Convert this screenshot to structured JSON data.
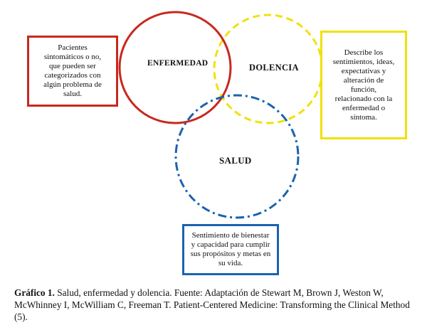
{
  "circles": {
    "enfermedad": {
      "label": "ENFERMEDAD",
      "color": "#c8281e",
      "style": "solid"
    },
    "dolencia": {
      "label": "DOLENCIA",
      "color": "#f0e10a",
      "style": "dashed"
    },
    "salud": {
      "label": "SALUD",
      "color": "#1a63b0",
      "style": "dash-dot"
    }
  },
  "boxes": {
    "enfermedad": {
      "text": "Pacientes\nsintomáticos o no,\nque pueden ser\ncategorizados con\nalgún problema   de\nsalud.",
      "border_color": "#c8281e"
    },
    "dolencia": {
      "text": "Describe los\nsentimientos, ideas,\nexpectativas y\nalteración de\nfunción,\nrelacionado con  la\nenfermedad o\nsíntoma.",
      "border_color": "#f0e10a"
    },
    "salud": {
      "text": "Sentimiento de bienestar\ny capacidad para cumplir\nsus propósitos y metas en\nsu vida.",
      "border_color": "#1a63b0"
    }
  },
  "caption": {
    "title": "Gráfico 1.",
    "text": " Salud, enfermedad y dolencia. Fuente: Adaptación de  Stewart M, Brown J, Weston W, McWhinney I, McWilliam C, Freeman T. Patient-Centered Medicine: Transforming the Clinical Method (5)."
  }
}
